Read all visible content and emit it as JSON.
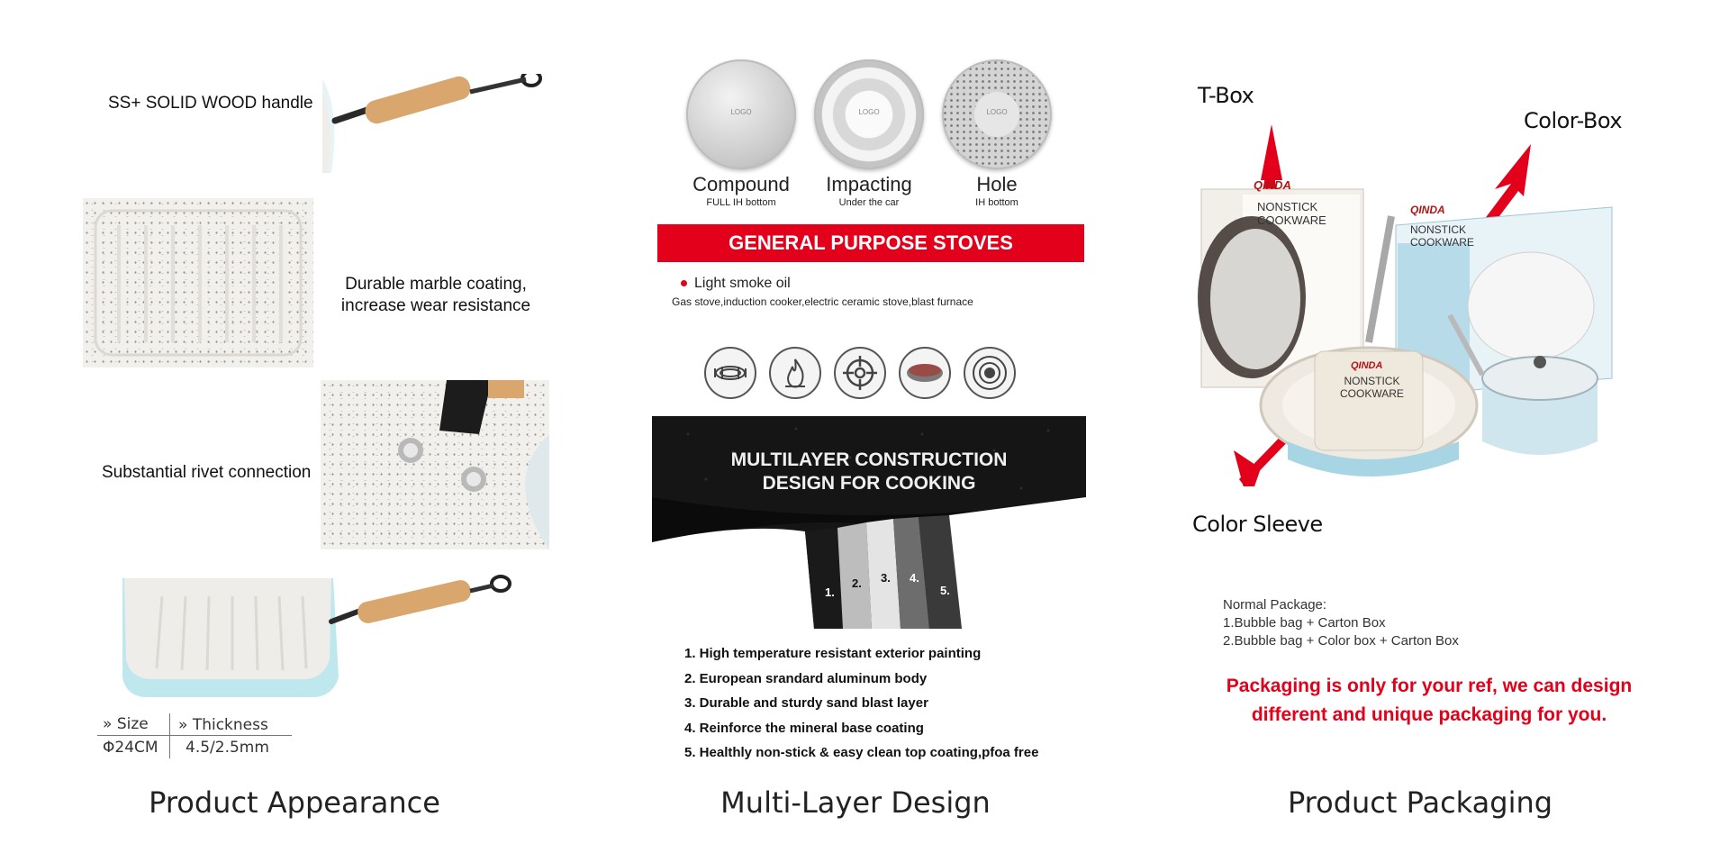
{
  "columns": {
    "appearance_title": "Product Appearance",
    "multilayer_title": "Multi-Layer Design",
    "packaging_title": "Product Packaging"
  },
  "appearance": {
    "handle_label": "SS+ SOLID WOOD handle",
    "coating_label_1": "Durable marble coating,",
    "coating_label_2": "increase wear resistance",
    "rivet_label": "Substantial rivet connection",
    "size_header": "Size",
    "thickness_header": "Thickness",
    "size_value": "Φ24CM",
    "thickness_value": "4.5/2.5mm"
  },
  "multilayer": {
    "bottoms": [
      {
        "name": "Compound",
        "sub": "FULL IH bottom",
        "logo": "LOGO"
      },
      {
        "name": "Impacting",
        "sub": "Under the car",
        "logo": "LOGO"
      },
      {
        "name": "Hole",
        "sub": "IH bottom",
        "logo": "LOGO"
      }
    ],
    "banner": "GENERAL PURPOSE STOVES",
    "oil_bullet": "Light smoke oil",
    "stoves_line": "Gas stove,induction cooker,electric ceramic stove,blast furnace",
    "stove_icons": [
      "coil-stove-icon",
      "gas-flame-icon",
      "gas-burner-icon",
      "ceramic-plate-icon",
      "induction-ring-icon"
    ],
    "construction_title_1": "MULTILAYER CONSTRUCTION",
    "construction_title_2": "DESIGN FOR COOKING",
    "layer_numbers": [
      "1.",
      "2.",
      "3.",
      "4.",
      "5."
    ],
    "features": [
      "1. High temperature resistant exterior painting",
      "2. European srandard aluminum body",
      "3. Durable and sturdy sand blast layer",
      "4. Reinforce the mineral base coating",
      "5. Healthly non-stick & easy clean top coating,pfoa free"
    ]
  },
  "packaging": {
    "tbox_label": "T-Box",
    "colorbox_label": "Color-Box",
    "sleeve_label": "Color Sleeve",
    "brand": "QINDA",
    "box_text_1": "NONSTICK",
    "box_text_2": "COOKWARE",
    "sleeve_text_1": "NONSTICK",
    "sleeve_text_2": "COOKWARE",
    "note_title": "Normal Package:",
    "note_1": "1.Bubble bag + Carton Box",
    "note_2": "2.Bubble bag + Color box + Carton Box",
    "red_line_1": "Packaging is only for your ref, we can design",
    "red_line_2": "different and unique packaging for you."
  },
  "colors": {
    "accent_red": "#e3001b",
    "pan_blue": "#bfe7ee",
    "wood": "#d9a66e"
  }
}
